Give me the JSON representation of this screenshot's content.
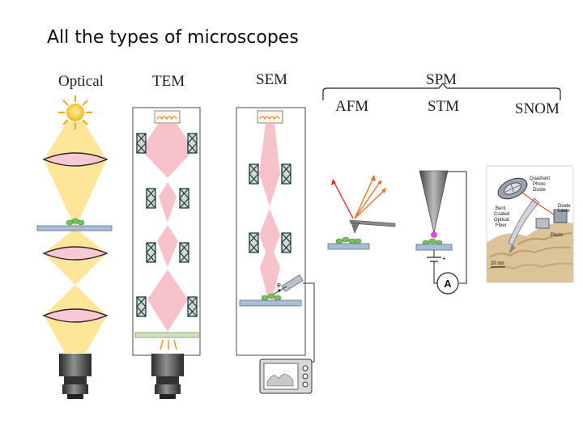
{
  "title": "All the types of microscopes",
  "labels": {
    "optical": "Optical",
    "tem": "TEM",
    "sem": "SEM",
    "spm": "SPM",
    "afm": "AFM",
    "stm": "STM",
    "snom": "SNOM"
  },
  "sem_electron_label": "e",
  "stm_ammeter_label": "A",
  "snom_labels": {
    "quadrant": "Quadrant",
    "photo": "Photo",
    "diode": "Diode",
    "diode_laser_1": "Diode",
    "diode_laser_2": "Laser",
    "bent_1": "Bent",
    "bent_2": "Coated",
    "bent_3": "Optical",
    "bent_4": "Fiber",
    "piezo": "Piezo",
    "scale": "20 nm"
  },
  "colors": {
    "light_beam": "#fde59a",
    "electron_beam": "#f7c1c9",
    "lens": "#f8c9d2",
    "stage": "#aabcd6",
    "sample": "#74c35a",
    "coil": "#1e3a35",
    "laser_box": "#e08a3a"
  }
}
